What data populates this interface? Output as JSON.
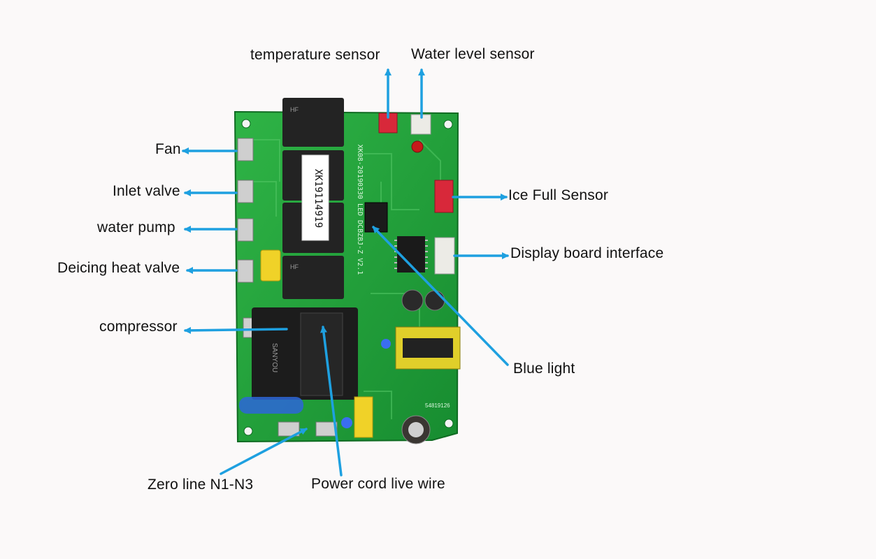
{
  "labels": {
    "temperature_sensor": "temperature sensor",
    "water_level_sensor": "Water level sensor",
    "fan": "Fan",
    "inlet_valve": "Inlet valve",
    "water_pump": "water pump",
    "deicing_heat_valve": "Deicing heat valve",
    "compressor": "compressor",
    "ice_full_sensor": "Ice Full Sensor",
    "display_board_interface": "Display board interface",
    "blue_light": "Blue light",
    "zero_line": "Zero line N1-N3",
    "power_cord_live_wire": "Power cord live wire"
  },
  "board": {
    "sticker_text": "XK19114919",
    "silkscreen_text": "XK08-20190330 LED DCBZBJ-Z V2.1",
    "serial_text": "54819126",
    "relay_brand": "HF",
    "compressor_relay_brand": "SANYOU"
  },
  "colors": {
    "board": "#1fa03a",
    "arrow": "#1ea0e0",
    "relay": "#232323",
    "connector_red": "#d8283a",
    "connector_white": "#ecebe6",
    "capacitor_yellow": "#f0d228",
    "led_blue": "#3a6ef0"
  }
}
